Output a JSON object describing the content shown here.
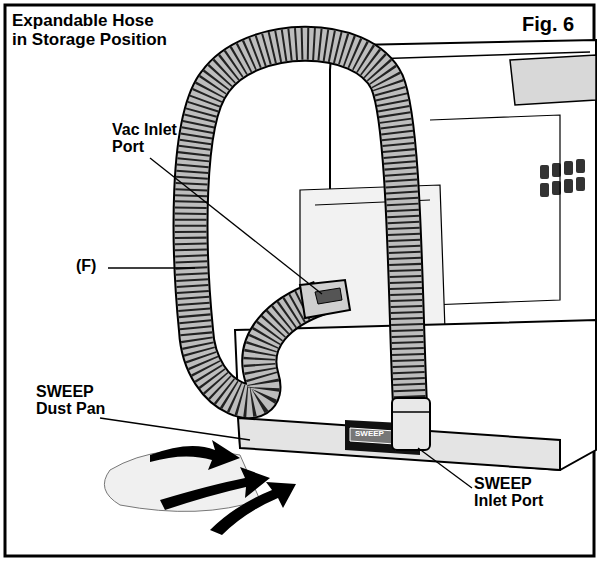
{
  "diagram": {
    "title": "Expandable Hose in Storage Position",
    "labels": [
      "Fig. 6",
      "Vac Inlet Port",
      "(F)",
      "SWEEP Dust Pan",
      "SWEEP",
      "SWEEP Inlet Port"
    ]
  }
}
